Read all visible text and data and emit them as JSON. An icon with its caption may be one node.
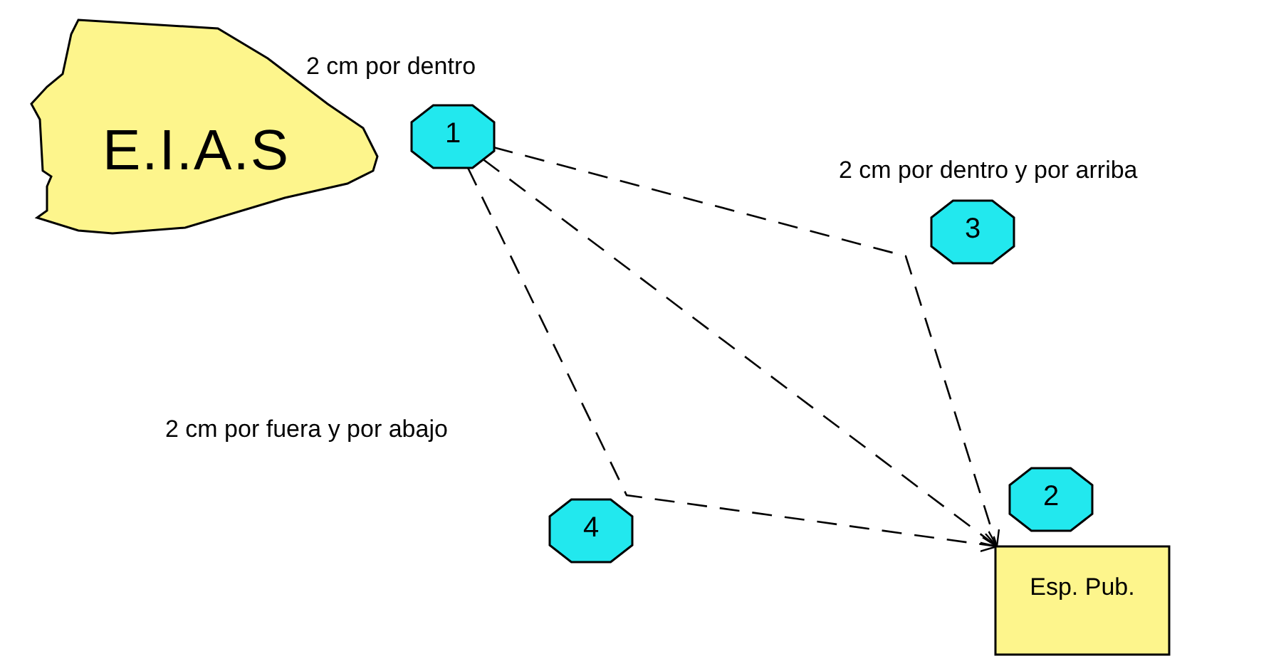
{
  "diagram": {
    "nodes": [
      {
        "text": [
          "E.I.A.S"
        ]
      },
      {
        "text": [
          "1"
        ]
      },
      {
        "text": [
          "3"
        ]
      },
      {
        "text": [
          "2"
        ]
      },
      {
        "text": [
          "4"
        ]
      },
      {
        "text": [
          "Esp. Pub."
        ]
      }
    ],
    "edges": [
      {
        "from": 1,
        "to": 5,
        "arrow": "to",
        "style": "dashed"
      },
      {
        "from": 1,
        "to": 5,
        "arrow": "to",
        "style": "dashed"
      },
      {
        "from": 1,
        "to": 5,
        "arrow": "to",
        "style": "dashed"
      }
    ],
    "labels": [
      "2 cm por dentro",
      "2 cm por dentro y por arriba",
      "2 cm por fuera y por abajo"
    ]
  }
}
